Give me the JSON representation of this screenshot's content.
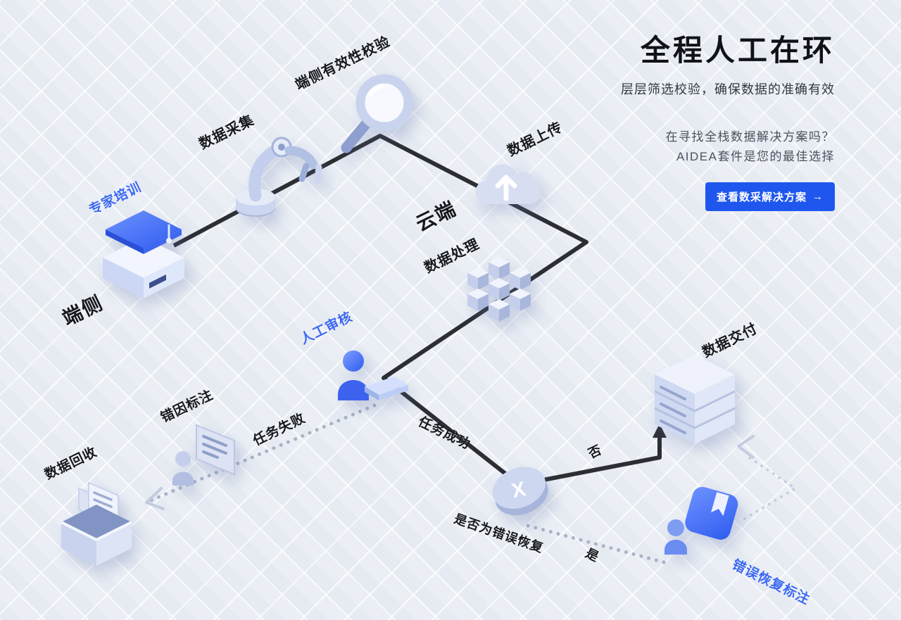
{
  "hero": {
    "title": "全程人工在环",
    "subtitle": "层层筛选校验，确保数据的准确有效",
    "promo_line1": "在寻找全栈数据解决方案吗？",
    "promo_line2": "AIDEA套件是您的最佳选择",
    "cta": {
      "label": "查看数采解决方案",
      "arrow": "→"
    }
  },
  "diagram": {
    "labels": {
      "expert_training": "专家培训",
      "edge": "端侧",
      "data_collection": "数据采集",
      "edge_validation": "端侧有效性校验",
      "data_upload": "数据上传",
      "cloud": "云端",
      "data_processing": "数据处理",
      "manual_review": "人工审核",
      "task_failed": "任务失败",
      "error_cause_annotation": "错因标注",
      "data_recycle": "数据回收",
      "task_success": "任务成功",
      "decision_x": "X",
      "decision_question": "是否为错误恢复",
      "no": "否",
      "yes": "是",
      "data_delivery": "数据交付",
      "error_recovery_annotation": "错误恢复标注"
    },
    "colors": {
      "accent_blue": "#2f5cf0",
      "label_blue": "#3b68f2",
      "flow_line": "#2c2e33",
      "dotted_gray": "#aab3c6",
      "dashed_lavender": "#c6cde2",
      "icon_lavender": "#c9d3ee"
    },
    "icons": [
      "graduation-cap",
      "robot-arm",
      "magnifier",
      "cloud-upload",
      "cube-cluster",
      "person-laptop",
      "person-document",
      "archive-box",
      "decision-disc",
      "server",
      "person-book"
    ]
  }
}
